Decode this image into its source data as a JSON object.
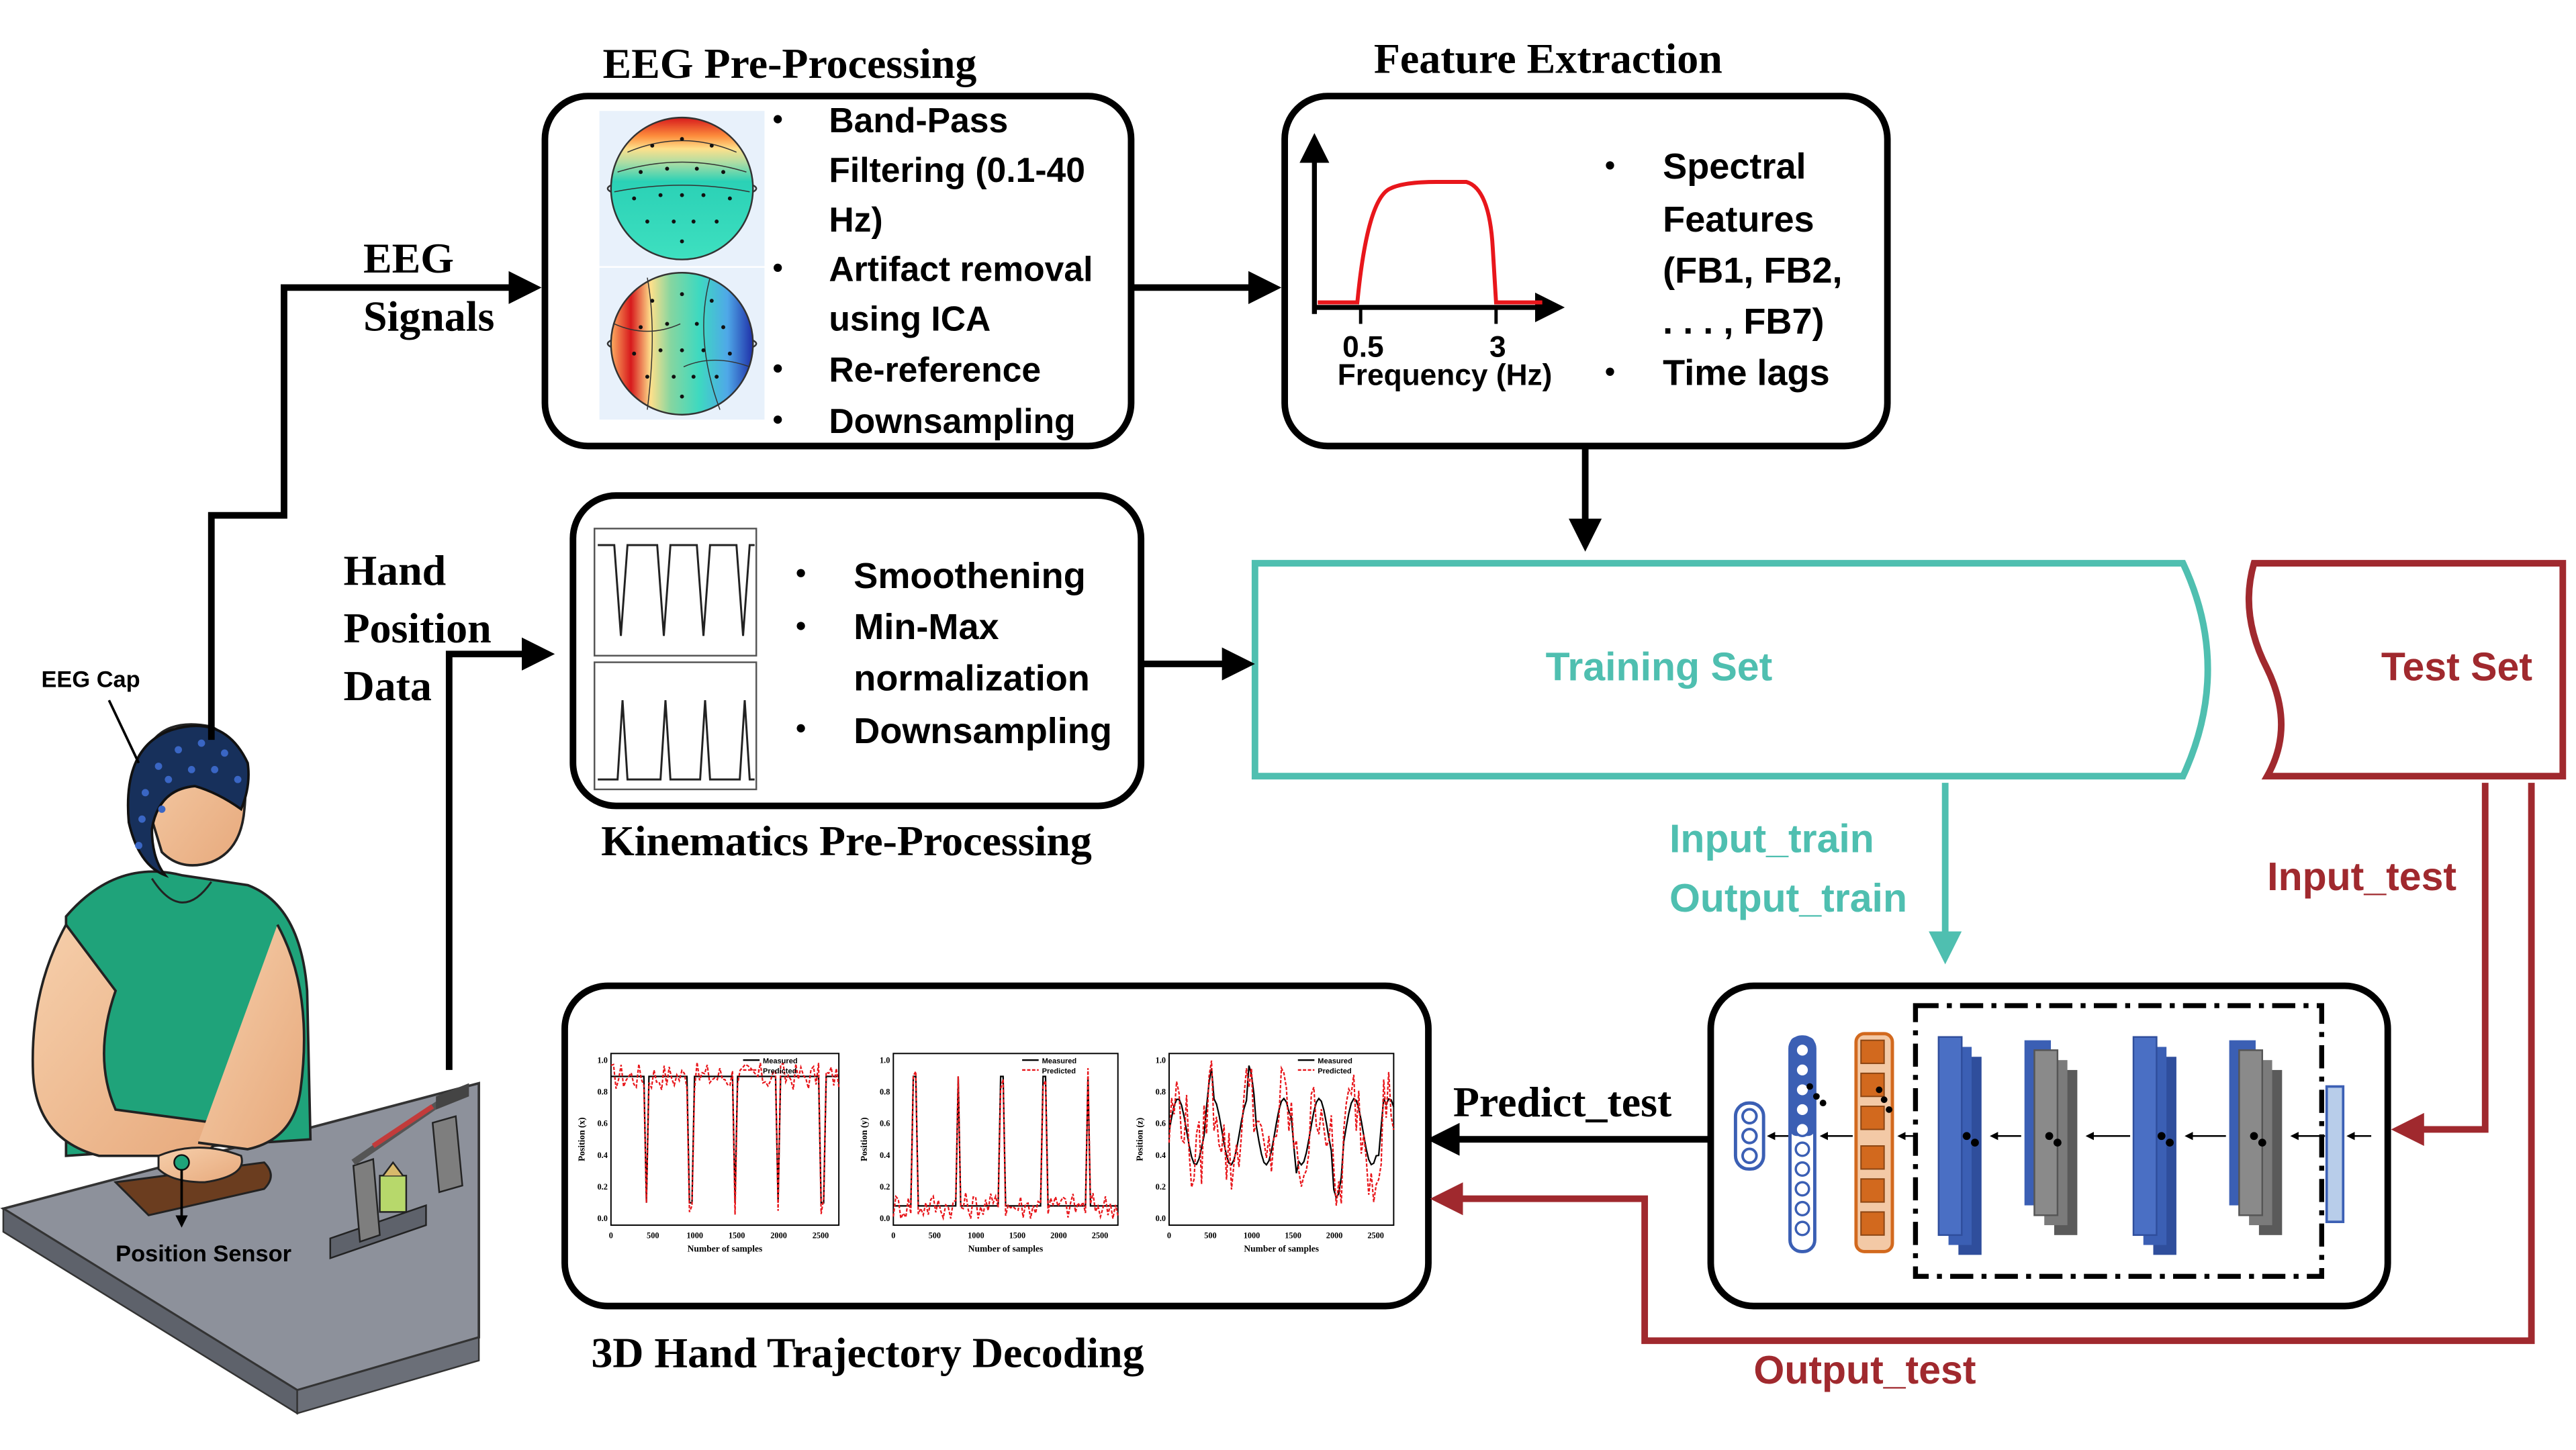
{
  "colors": {
    "black": "#000000",
    "teal": "#4fbfb0",
    "maroon": "#a0292e",
    "red": "#e8161b",
    "blue": "#3b5fb4",
    "gray": "#7b7b7b",
    "orange": "#d2691e",
    "skin": "#f2c39c",
    "shirt": "#1fa37a",
    "cap": "#17305b",
    "table": "#8d919b"
  },
  "labels": {
    "eeg_preprocessing_title": "EEG Pre-Processing",
    "feature_extraction_title": "Feature Extraction",
    "kinematics_title": "Kinematics Pre-Processing",
    "decoding_title": "3D Hand Trajectory Decoding",
    "eeg_signals_1": "EEG",
    "eeg_signals_2": "Signals",
    "hand_pos_1": "Hand",
    "hand_pos_2": "Position",
    "hand_pos_3": "Data",
    "eeg_cap": "EEG Cap",
    "position_sensor": "Position Sensor",
    "training_set": "Training Set",
    "test_set": "Test Set",
    "input_train": "Input_train",
    "output_train": "Output_train",
    "input_test": "Input_test",
    "output_test": "Output_test",
    "predict_test": "Predict_test"
  },
  "eeg_steps": [
    [
      "Band-Pass",
      "Filtering (0.1-40",
      "Hz)"
    ],
    [
      "Artifact removal",
      "using ICA"
    ],
    [
      "Re-reference"
    ],
    [
      "Downsampling"
    ]
  ],
  "feature_items": [
    [
      "Spectral",
      "Features",
      "(FB1, FB2,",
      ". . . , FB7)"
    ],
    [
      "Time lags"
    ]
  ],
  "feature_plot": {
    "xlabel": "Frequency (Hz)",
    "ticks": [
      "0.5",
      "3"
    ]
  },
  "kinematics_steps": [
    [
      "Smoothening"
    ],
    [
      "Min-Max",
      "normalization"
    ],
    [
      "Downsampling"
    ]
  ],
  "decoding_plots": [
    {
      "ylabel": "Position (x)",
      "xlabel": "Number of samples",
      "legend": [
        "Measured",
        "Predicted"
      ],
      "yticks": [
        "0.0",
        "0.2",
        "0.4",
        "0.6",
        "0.8",
        "1.0"
      ],
      "xticks": [
        "0",
        "500",
        "1000",
        "1500",
        "2000",
        "2500"
      ]
    },
    {
      "ylabel": "Position (y)",
      "xlabel": "Number of samples",
      "legend": [
        "Measured",
        "Predicted"
      ],
      "yticks": [
        "0.0",
        "0.2",
        "0.4",
        "0.6",
        "0.8",
        "1.0"
      ],
      "xticks": [
        "0",
        "500",
        "1000",
        "1500",
        "2000",
        "2500"
      ]
    },
    {
      "ylabel": "Position (z)",
      "xlabel": "Number of samples",
      "legend": [
        "Measured",
        "Predicted"
      ],
      "yticks": [
        "0.0",
        "0.2",
        "0.4",
        "0.6",
        "0.8",
        "1.0"
      ],
      "xticks": [
        "0",
        "500",
        "1000",
        "1500",
        "2000",
        "2500"
      ]
    }
  ]
}
